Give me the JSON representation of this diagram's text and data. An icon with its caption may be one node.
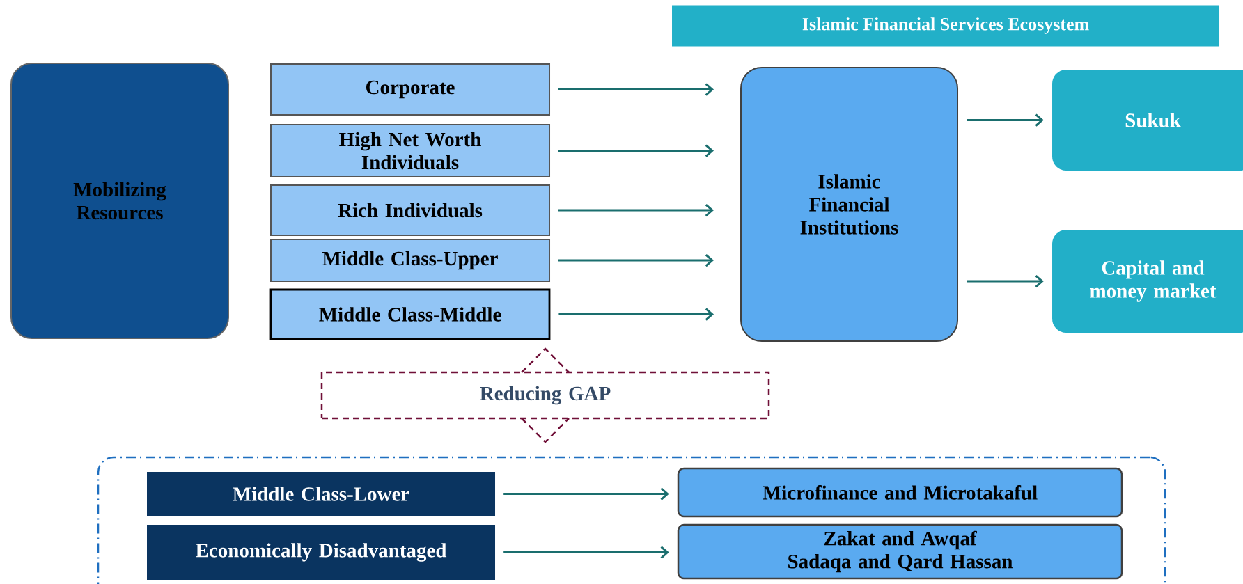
{
  "diagram": {
    "title": "Islamic Financial Services Ecosystem",
    "nodes": [
      {
        "text": [
          "Mobilizing Resources"
        ]
      },
      {
        "text": [
          "Corporate"
        ]
      },
      {
        "text": [
          "High Net Worth Individuals"
        ]
      },
      {
        "text": [
          "Rich Individuals"
        ]
      },
      {
        "text": [
          "Middle Class-Upper"
        ]
      },
      {
        "text": [
          "Middle Class-Middle"
        ]
      },
      {
        "text": [
          "Islamic Financial Institutions"
        ]
      },
      {
        "text": [
          "Sukuk"
        ]
      },
      {
        "text": [
          "Capital and money market"
        ]
      },
      {
        "text": [
          "Reducing GAP"
        ]
      },
      {
        "text": [],
        "shape": "box"
      },
      {
        "text": [
          "Middle Class-Lower"
        ],
        "in": 10
      },
      {
        "text": [
          "Economically Disadvantaged"
        ],
        "in": 10
      },
      {
        "text": [
          "Microfinance and Microtakaful"
        ],
        "in": 10
      },
      {
        "text": [
          "Zakat and Awqaf",
          "Sadaqa and Qard Hassan"
        ],
        "in": 10
      }
    ],
    "edges": [
      {
        "from": 1,
        "to": 6,
        "arrow": "to"
      },
      {
        "from": 2,
        "to": 6,
        "arrow": "to"
      },
      {
        "from": 3,
        "to": 6,
        "arrow": "to"
      },
      {
        "from": 4,
        "to": 6,
        "arrow": "to"
      },
      {
        "from": 5,
        "to": 6,
        "arrow": "to"
      },
      {
        "from": 6,
        "to": 7,
        "arrow": "to"
      },
      {
        "from": 6,
        "to": 8,
        "arrow": "to"
      },
      {
        "from": 11,
        "to": 13,
        "arrow": "to"
      },
      {
        "from": 12,
        "to": 14,
        "arrow": "to"
      }
    ]
  }
}
